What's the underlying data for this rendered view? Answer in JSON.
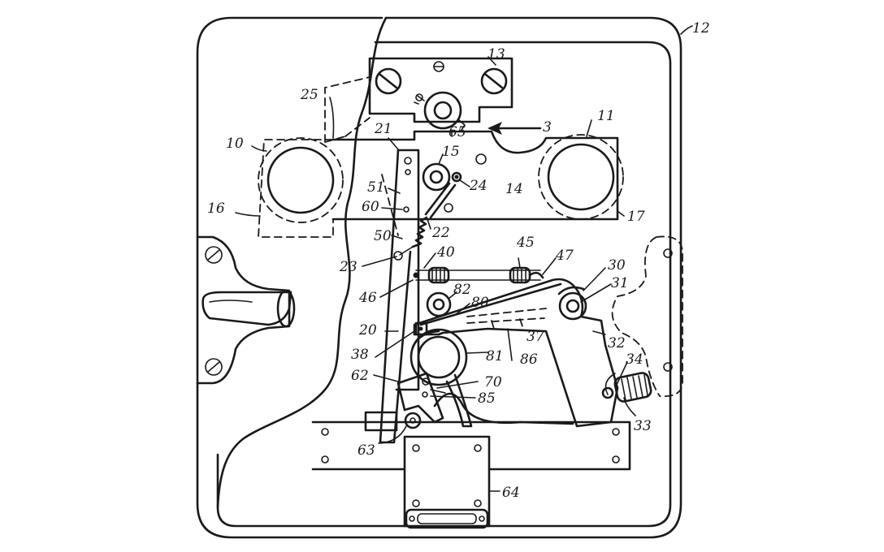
{
  "figure": {
    "labels": [
      {
        "id": "l12",
        "text": "12"
      },
      {
        "id": "l13",
        "text": "13"
      },
      {
        "id": "l25",
        "text": "25"
      },
      {
        "id": "l11",
        "text": "11"
      },
      {
        "id": "l3",
        "text": "3"
      },
      {
        "id": "l10",
        "text": "10"
      },
      {
        "id": "l21",
        "text": "21"
      },
      {
        "id": "l65",
        "text": "65"
      },
      {
        "id": "l15",
        "text": "15"
      },
      {
        "id": "l24",
        "text": "24"
      },
      {
        "id": "l14",
        "text": "14"
      },
      {
        "id": "l51",
        "text": "51"
      },
      {
        "id": "l60",
        "text": "60"
      },
      {
        "id": "l16",
        "text": "16"
      },
      {
        "id": "l17",
        "text": "17"
      },
      {
        "id": "l22",
        "text": "22"
      },
      {
        "id": "l50",
        "text": "50"
      },
      {
        "id": "l45",
        "text": "45"
      },
      {
        "id": "l40",
        "text": "40"
      },
      {
        "id": "l47",
        "text": "47"
      },
      {
        "id": "l30",
        "text": "30"
      },
      {
        "id": "l23",
        "text": "23"
      },
      {
        "id": "l31",
        "text": "31"
      },
      {
        "id": "l46",
        "text": "46"
      },
      {
        "id": "l82",
        "text": "82"
      },
      {
        "id": "l80",
        "text": "80"
      },
      {
        "id": "l37",
        "text": "37"
      },
      {
        "id": "l20",
        "text": "20"
      },
      {
        "id": "l32",
        "text": "32"
      },
      {
        "id": "l38",
        "text": "38"
      },
      {
        "id": "l81",
        "text": "81"
      },
      {
        "id": "l86",
        "text": "86"
      },
      {
        "id": "l34",
        "text": "34"
      },
      {
        "id": "l62",
        "text": "62"
      },
      {
        "id": "l70",
        "text": "70"
      },
      {
        "id": "l85",
        "text": "85"
      },
      {
        "id": "l33",
        "text": "33"
      },
      {
        "id": "l63",
        "text": "63"
      },
      {
        "id": "l64",
        "text": "64"
      }
    ]
  }
}
